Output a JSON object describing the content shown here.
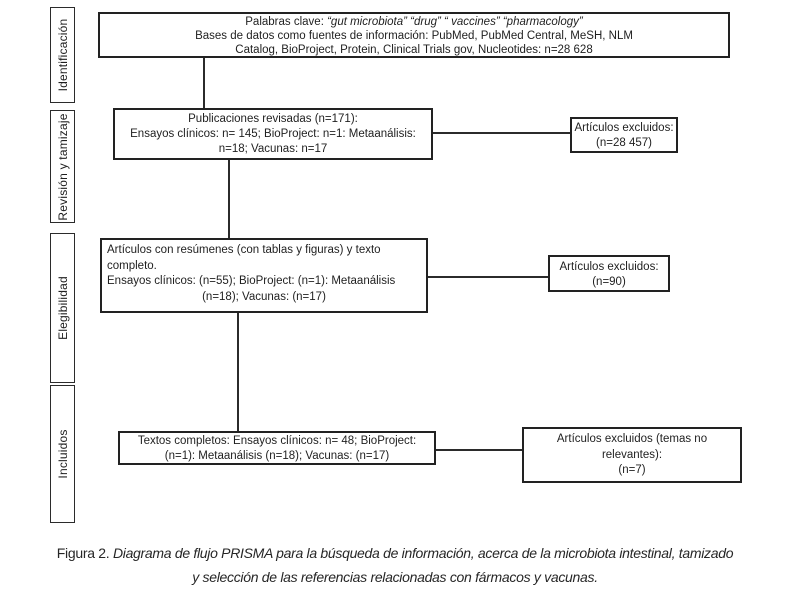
{
  "sidebar": {
    "items": [
      {
        "label": "Identificación"
      },
      {
        "label": "Revisión y tamizaje"
      },
      {
        "label": "Elegibilidad"
      },
      {
        "label": "Incluidos"
      }
    ]
  },
  "flow": {
    "sources": {
      "prefix": "Palabras clave: ",
      "keywords": "“gut microbiota” “drug” “ vaccines” “pharmacology”",
      "lines": [
        "Bases de datos como fuentes de información: PubMed, PubMed Central, MeSH, NLM",
        "Catalog, BioProject, Protein, Clinical Trials gov, Nucleotides: n=28 628"
      ]
    },
    "reviewed": {
      "lines": [
        "Publicaciones revisadas (n=171):",
        "Ensayos clínicos: n= 145; BioProject: n=1: Metaanálisis:",
        "n=18; Vacunas: n=17"
      ]
    },
    "abstracts": {
      "lines": [
        "Artículos con resúmenes (con tablas y figuras) y texto",
        "completo.",
        "Ensayos clínicos: (n=55); BioProject: (n=1): Metaanálisis",
        "(n=18); Vacunas: (n=17)"
      ]
    },
    "fulltexts": {
      "lines": [
        "Textos completos: Ensayos clínicos: n= 48; BioProject:",
        "(n=1): Metaanálisis (n=18); Vacunas: (n=17)"
      ]
    },
    "excluded1": {
      "lines": [
        "Artículos excluidos:",
        "(n=28 457)"
      ]
    },
    "excluded2": {
      "lines": [
        "Artículos excluidos:",
        "(n=90)"
      ]
    },
    "excluded3": {
      "lines": [
        "Artículos excluidos (temas no",
        "relevantes):",
        "(n=7)"
      ]
    }
  },
  "caption": {
    "label": "Figura 2.",
    "line1": "Diagrama de flujo PRISMA para la búsqueda de información, acerca de la microbiota intestinal, tamizado",
    "line2": "y selección de las referencias relacionadas con fármacos y vacunas."
  },
  "colors": {
    "ink": "#1f1f1f",
    "background": "#ffffff"
  }
}
